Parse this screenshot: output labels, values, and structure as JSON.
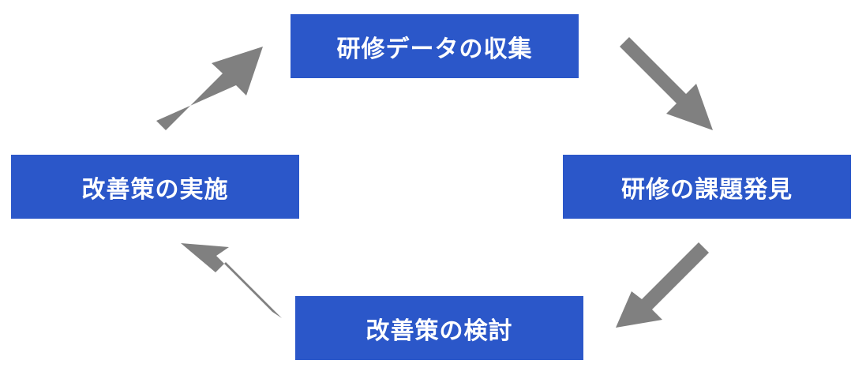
{
  "cycle": {
    "steps": [
      {
        "label": "研修データの収集"
      },
      {
        "label": "研修の課題発見"
      },
      {
        "label": "改善策の検討"
      },
      {
        "label": "改善策の実施"
      }
    ],
    "colors": {
      "box_fill": "#2b57c9",
      "box_text": "#ffffff",
      "arrow": "#808080"
    }
  }
}
